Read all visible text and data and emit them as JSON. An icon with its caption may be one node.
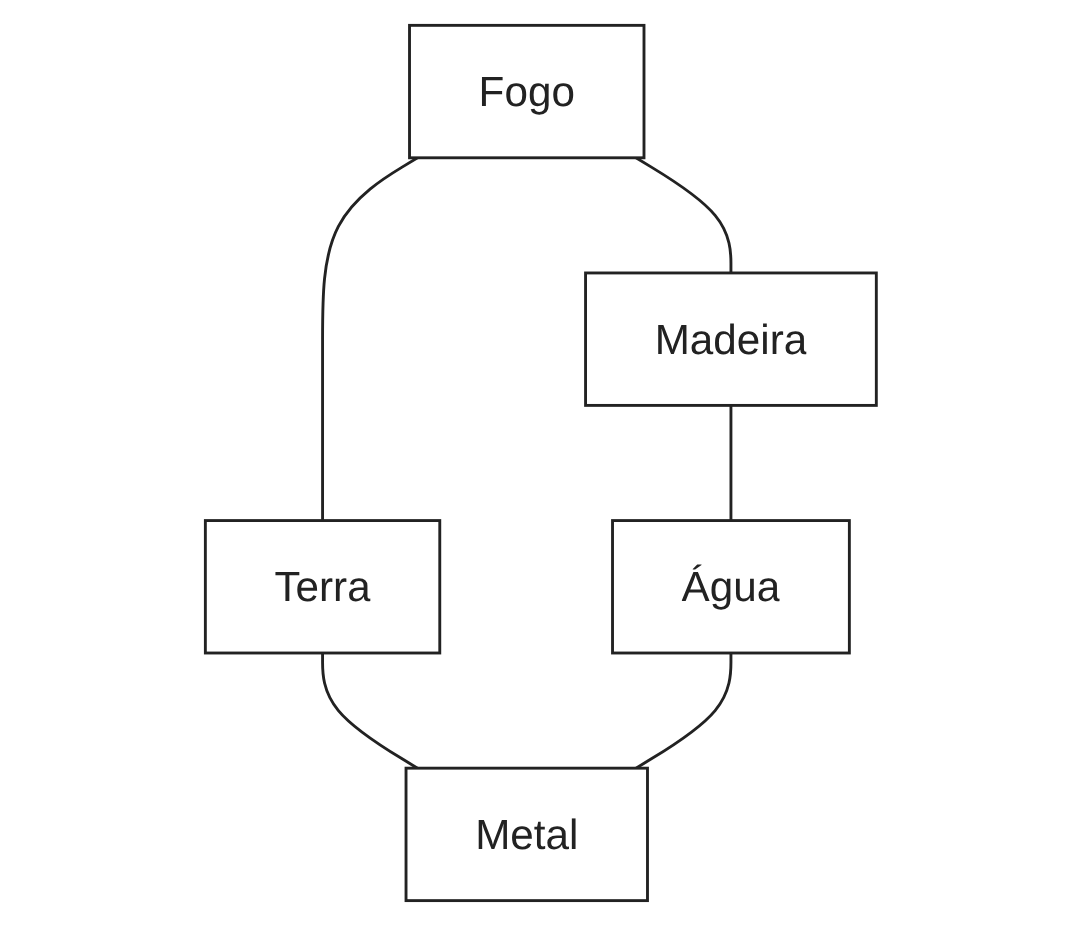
{
  "diagram": {
    "nodes": [
      {
        "text": [
          "Fogo"
        ]
      },
      {
        "text": [
          "Madeira"
        ]
      },
      {
        "text": [
          "Terra"
        ]
      },
      {
        "text": [
          "Água"
        ]
      },
      {
        "text": [
          "Metal"
        ]
      }
    ],
    "edges": [
      {
        "from": 0,
        "to": 1,
        "arrow": "none"
      },
      {
        "from": 0,
        "to": 2,
        "arrow": "none"
      },
      {
        "from": 1,
        "to": 3,
        "arrow": "none"
      },
      {
        "from": 2,
        "to": 4,
        "arrow": "none"
      },
      {
        "from": 3,
        "to": 4,
        "arrow": "none"
      }
    ]
  }
}
